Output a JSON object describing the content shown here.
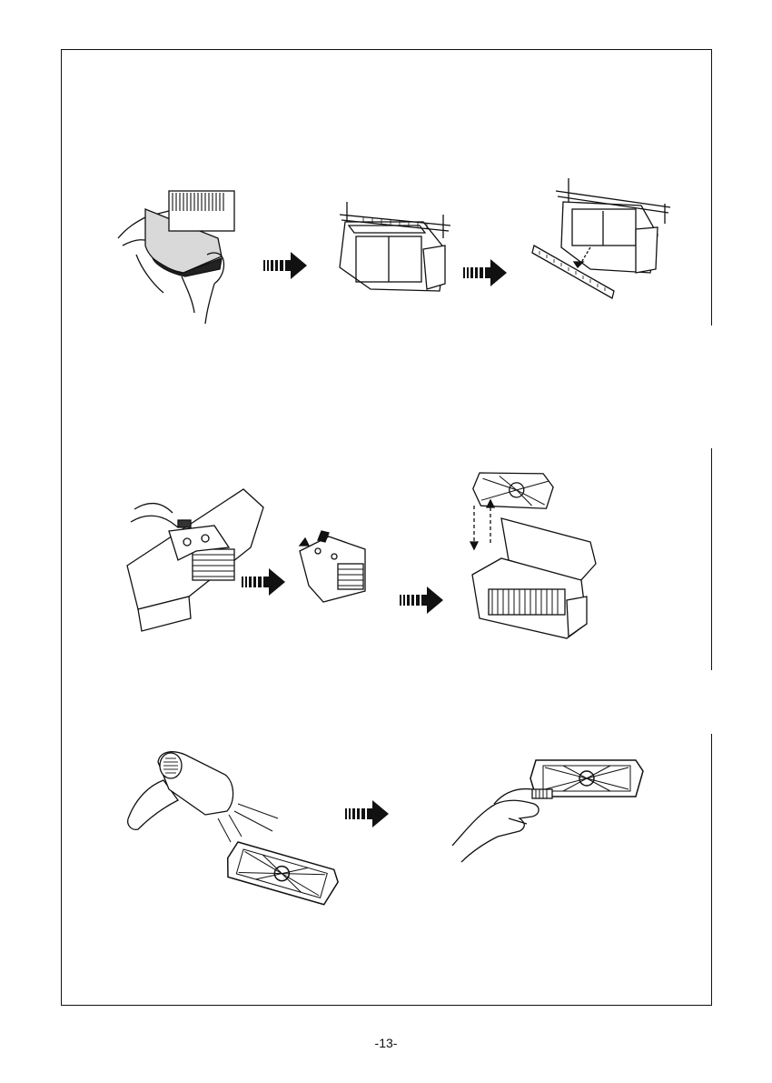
{
  "page": {
    "number_label": "-13-"
  },
  "illustrations": {
    "row1": [
      "hands-removing-dustbin-figure",
      "dustbin-filter-frame-figure",
      "filter-frame-with-strip-removed-figure"
    ],
    "row2": [
      "hand-opening-dustbin-cover-figure",
      "filter-cartridge-figure",
      "exploded-filter-assembly-figure"
    ],
    "row3": [
      "hairdryer-drying-filter-figure",
      "hand-brushing-filter-figure"
    ]
  },
  "icons": {
    "arrow": "striped-right-arrow-icon"
  }
}
